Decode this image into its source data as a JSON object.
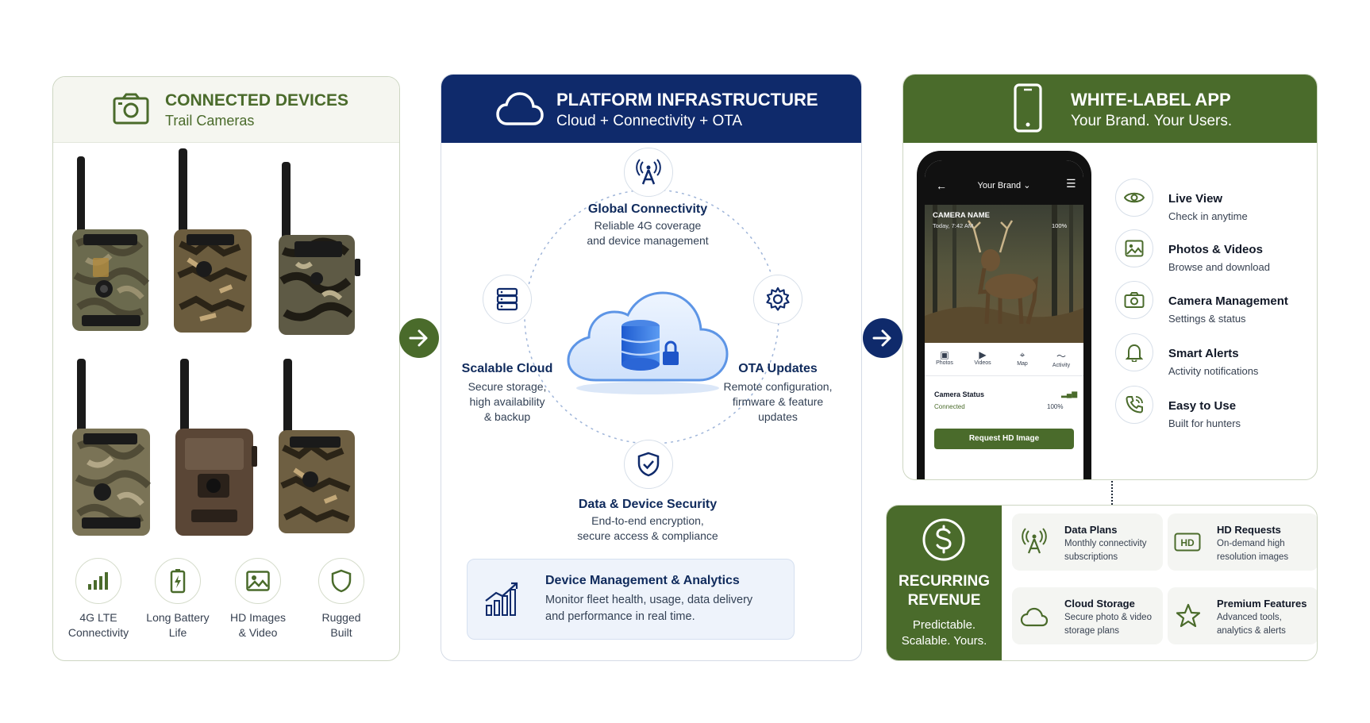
{
  "devices": {
    "title": "CONNECTED DEVICES",
    "subtitle": "Trail Cameras",
    "features": [
      {
        "line1": "4G LTE",
        "line2": "Connectivity",
        "icon": "signal-bars-icon"
      },
      {
        "line1": "Long Battery",
        "line2": "Life",
        "icon": "battery-icon"
      },
      {
        "line1": "HD Images",
        "line2": "& Video",
        "icon": "image-icon"
      },
      {
        "line1": "Rugged",
        "line2": "Built",
        "icon": "shield-icon"
      }
    ]
  },
  "platform": {
    "title": "PLATFORM INFRASTRUCTURE",
    "subtitle": "Cloud + Connectivity + OTA",
    "connectivity": {
      "title": "Global Connectivity",
      "line1": "Reliable 4G coverage",
      "line2": "and device management"
    },
    "cloud": {
      "title": "Scalable Cloud",
      "line1": "Secure storage,",
      "line2": "high availability",
      "line3": "& backup"
    },
    "ota": {
      "title": "OTA Updates",
      "line1": "Remote configuration,",
      "line2": "firmware & feature",
      "line3": "updates"
    },
    "security": {
      "title": "Data & Device Security",
      "line1": "End-to-end encryption,",
      "line2": "secure access & compliance"
    },
    "analytics": {
      "title": "Device Management & Analytics",
      "line1": "Monitor fleet health, usage, data delivery",
      "line2": "and performance in real time."
    }
  },
  "app": {
    "title": "WHITE-LABEL APP",
    "subtitle": "Your Brand. Your Users.",
    "phone": {
      "brand": "Your Brand",
      "camera_name": "CAMERA NAME",
      "time": "Today, 7:42 AM",
      "battery": "100%",
      "tabs": [
        "Photos",
        "Videos",
        "Map",
        "Activity"
      ],
      "status_label": "Camera Status",
      "status_value": "Connected",
      "status_battery": "100%",
      "button": "Request HD Image"
    },
    "items": [
      {
        "title": "Live View",
        "desc": "Check in anytime",
        "icon": "eye-icon"
      },
      {
        "title": "Photos & Videos",
        "desc": "Browse and download",
        "icon": "image-icon"
      },
      {
        "title": "Camera Management",
        "desc": "Settings & status",
        "icon": "camera-icon"
      },
      {
        "title": "Smart Alerts",
        "desc": "Activity notifications",
        "icon": "bell-icon"
      },
      {
        "title": "Easy to Use",
        "desc": "Built for hunters",
        "icon": "phone-call-icon"
      }
    ]
  },
  "revenue": {
    "title1": "RECURRING",
    "title2": "REVENUE",
    "tag1": "Predictable.",
    "tag2": "Scalable. Yours.",
    "cards": [
      {
        "title": "Data Plans",
        "line1": "Monthly connectivity",
        "line2": "subscriptions",
        "icon": "tower-icon"
      },
      {
        "title": "HD Requests",
        "line1": "On-demand high",
        "line2": "resolution images",
        "icon": "hd-icon"
      },
      {
        "title": "Cloud Storage",
        "line1": "Secure photo & video",
        "line2": "storage plans",
        "icon": "cloud-icon"
      },
      {
        "title": "Premium Features",
        "line1": "Advanced tools,",
        "line2": "analytics & alerts",
        "icon": "star-icon"
      }
    ]
  },
  "colors": {
    "green": "#4a6b2b",
    "navy": "#0f2a6b",
    "blue": "#2f6fd6"
  }
}
